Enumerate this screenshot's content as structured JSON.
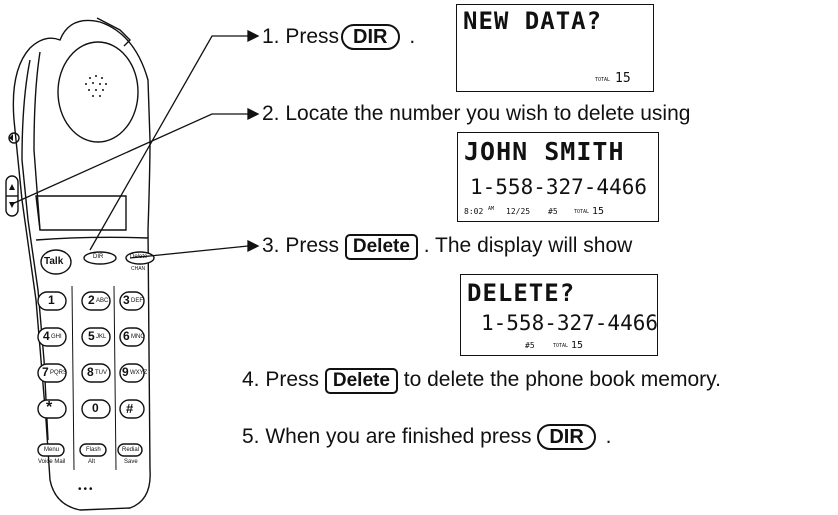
{
  "steps": [
    {
      "num": "1.",
      "before": "Press",
      "button": "DIR",
      "after": "."
    },
    {
      "num": "2.",
      "text": "Locate the number you wish to delete using"
    },
    {
      "num": "3.",
      "before": "Press",
      "button": "Delete",
      "after": ". The display will show"
    },
    {
      "num": "4.",
      "before": "Press",
      "button": "Delete",
      "after": "to delete the phone book memory."
    },
    {
      "num": "5.",
      "before": "When you are finished press",
      "button": "DIR",
      "after": "."
    }
  ],
  "screen1": {
    "line1": "NEW DATA?",
    "total_label": "TOTAL",
    "total_value": "15"
  },
  "screen2": {
    "name": "JOHN SMITH",
    "number": "1-558-327-4466",
    "time": "8:02",
    "ampm": "AM",
    "date": "12/25",
    "entry": "#5",
    "total_label": "TOTAL",
    "total_value": "15"
  },
  "screen3": {
    "line1": "DELETE?",
    "number": "1-558-327-4466",
    "entry": "#5",
    "total_label": "TOTAL",
    "total_value": "15"
  },
  "handset": {
    "keys_top": [
      "Talk",
      "DIR",
      "Delete"
    ],
    "key_sub_chan": "CHAN",
    "keypad": [
      [
        "1",
        ""
      ],
      [
        "2",
        "ABC"
      ],
      [
        "3",
        "DEF"
      ],
      [
        "4",
        "GHI"
      ],
      [
        "5",
        "JKL"
      ],
      [
        "6",
        "MNO"
      ],
      [
        "7",
        "PQRS"
      ],
      [
        "8",
        "TUV"
      ],
      [
        "9",
        "WXYZ"
      ],
      [
        "*",
        ""
      ],
      [
        "0",
        ""
      ],
      [
        "#",
        ""
      ]
    ],
    "bottom_keys": [
      "Menu",
      "Flash",
      "Redial"
    ],
    "bottom_sub": [
      "Voice Mail",
      "Alt",
      "Save"
    ],
    "dots": "•••"
  }
}
